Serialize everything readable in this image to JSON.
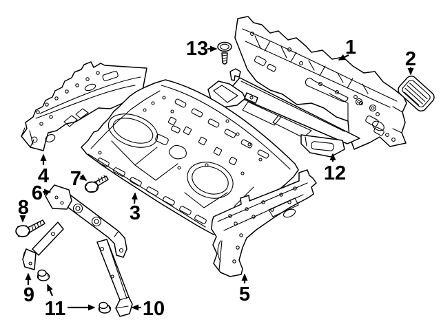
{
  "diagram": {
    "background_color": "#ffffff",
    "line_color": "#000000",
    "callouts": [
      {
        "id": 1,
        "label": "1"
      },
      {
        "id": 2,
        "label": "2"
      },
      {
        "id": 3,
        "label": "3"
      },
      {
        "id": 4,
        "label": "4"
      },
      {
        "id": 5,
        "label": "5"
      },
      {
        "id": 6,
        "label": "6"
      },
      {
        "id": 7,
        "label": "7"
      },
      {
        "id": 8,
        "label": "8"
      },
      {
        "id": 9,
        "label": "9"
      },
      {
        "id": 10,
        "label": "10"
      },
      {
        "id": 11,
        "label": "11"
      },
      {
        "id": 12,
        "label": "12"
      },
      {
        "id": 13,
        "label": "13"
      }
    ]
  }
}
